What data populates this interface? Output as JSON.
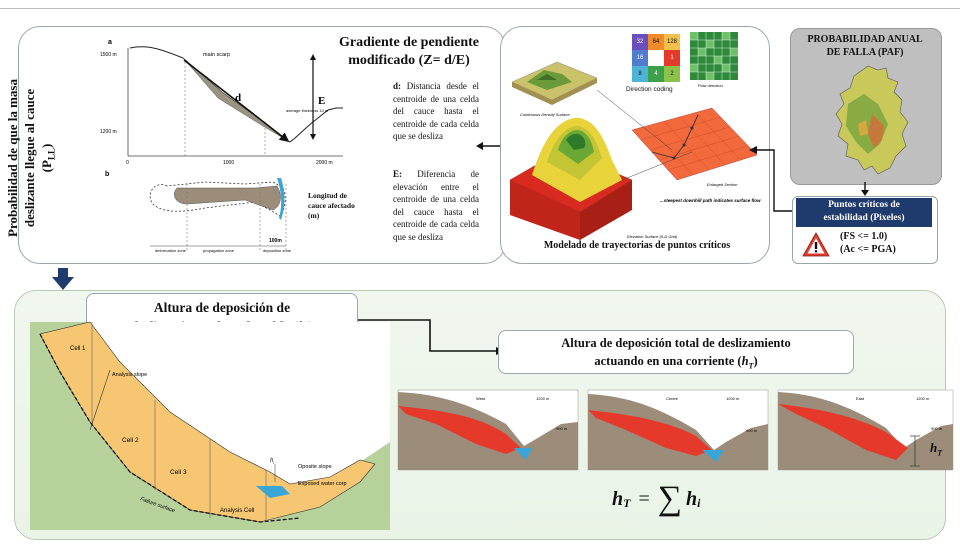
{
  "panel1": {
    "vertical_title_line1": "Probabilidad de que la masa",
    "vertical_title_line2": "deslizante llegue al cauce",
    "vertical_title_line3": "(P",
    "vertical_title_sub": "LL",
    "vertical_title_close": ")",
    "gradient_title_line1": "Gradiente de pendiente",
    "gradient_title_line2": "modificado (Z= d/E)",
    "d_label": "d:",
    "d_text": "Distancia desde el centroide de una celda del cauce hasta el centroide de cada celda que se desliza",
    "e_label": "E:",
    "e_text": "Diferencia de elevación entre el centroide de una celda del cauce hasta el centroide de cada celda que se desliza",
    "fig_a": "a",
    "fig_b": "b",
    "y_1500": "1500 m",
    "y_1200": "1200 m",
    "x_0": "0",
    "x_1000": "1000",
    "x_2000": "2000 m",
    "main_scarp": "main scarp",
    "avg_thickness": "average thickness 10 m",
    "letter_d": "d",
    "letter_E": "E",
    "longitud_title": "Longitud de cauce afectado (m)",
    "dist_100m": "100m",
    "deformation_zone": "deformation zone",
    "propagation_zone": "propagation zone",
    "deposition_zone": "deposition zone"
  },
  "panel2": {
    "caption": "Modelado de trayectorias de puntos críticos",
    "direction_coding": "Direction coding",
    "flow_direction": "Flow direction",
    "codes": [
      "32",
      "64",
      "128",
      "16",
      "",
      "1",
      "8",
      "4",
      "2"
    ],
    "continuous_surface": "Continuous Density Surface",
    "enlarged_section": "Enlarged Section",
    "steepest_path": "...steepest downhill path indicates surface flow",
    "elevation_surface": "Elevation Surface (5-D Grid)"
  },
  "panel3": {
    "title_line1": "PROBABILIDAD ANUAL",
    "title_line2": "DE FALLA (PAF)"
  },
  "critical": {
    "title_line1": "Puntos críticos de",
    "title_line2": "estabilidad (Pixeles)",
    "cond1": "(FS <= 1.0)",
    "cond2": "(Ac <= PGA)"
  },
  "bottom": {
    "deposition_title_line1": "Altura de deposición de",
    "deposition_title_line2": "deslizamiento de cada celda (",
    "deposition_var": "h",
    "deposition_sub": "i",
    "deposition_close": ")",
    "total_title_line1": "Altura de deposición total de deslizamiento",
    "total_title_line2": "actuando en una corriente (",
    "total_var": "h",
    "total_sub": "T",
    "total_close": ")",
    "cell1": "Cell 1",
    "analysis_slope": "Analysis slope",
    "cell2": "Cell 2",
    "cell3": "Cell 3",
    "hi_label": "h",
    "hi_sub": "i",
    "oposite_slope": "Oposite slope",
    "exposed_water": "Exposed water corp",
    "failure_surface": "Failure surface",
    "analysis_cell": "Analysis Cell",
    "section_labels": [
      "West",
      "Centre",
      "East"
    ],
    "section_elev": [
      "1200 m",
      "1200 m",
      "1200 m"
    ],
    "section_low": [
      "900 m",
      "900 m",
      "900 m"
    ],
    "hT_label": "h",
    "hT_sub": "T",
    "formula_lhs": "h",
    "formula_lhs_sub": "T",
    "formula_eq": "=",
    "formula_sum": "∑",
    "formula_rhs": "h",
    "formula_rhs_sub": "i"
  },
  "colors": {
    "deposit_red": "#e53a2b",
    "soil_tan": "#9c8d7a",
    "landslide_yellow": "#f7c672",
    "water_blue": "#3aa6d8",
    "arrow_navy": "#1f3b6e",
    "gray_panel": "#bfbfbf"
  }
}
